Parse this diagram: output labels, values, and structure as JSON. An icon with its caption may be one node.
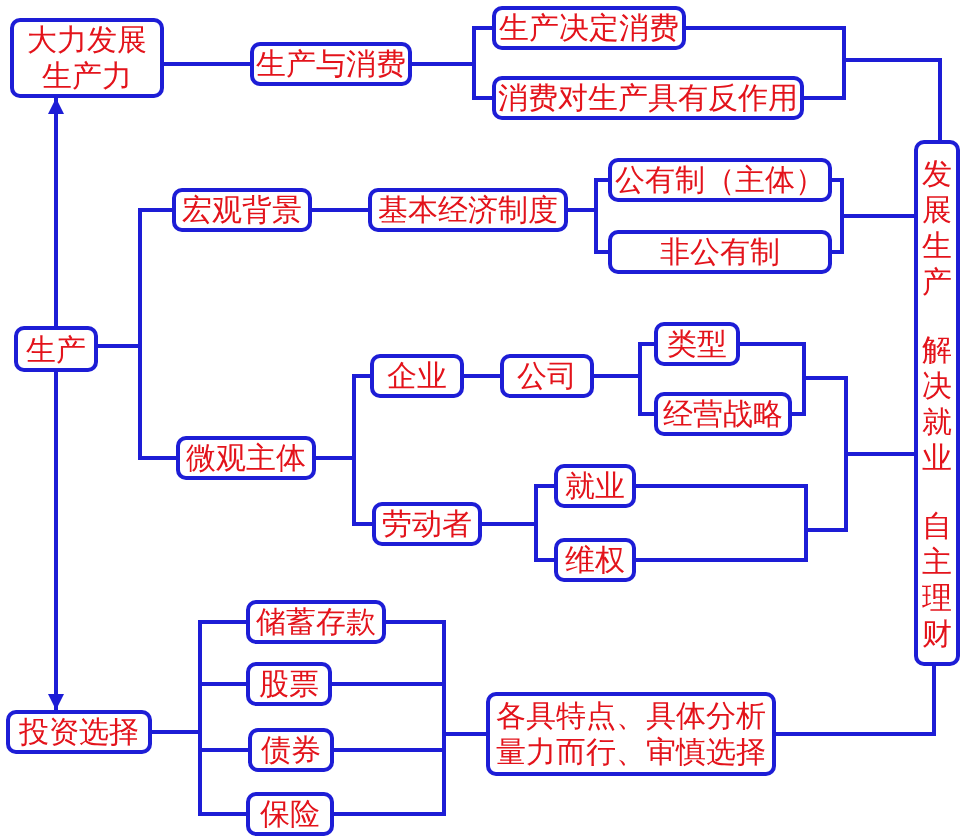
{
  "diagram": {
    "nodes": [
      {
        "text": [
          "大力发展生产力"
        ]
      },
      {
        "text": [
          "生产与消费"
        ]
      },
      {
        "text": [
          "生产决定消费"
        ]
      },
      {
        "text": [
          "消费对生产具有反作用"
        ]
      },
      {
        "text": [
          "发展生产",
          "解决就业",
          "自主理财"
        ]
      },
      {
        "text": [
          "宏观背景"
        ]
      },
      {
        "text": [
          "基本经济制度"
        ]
      },
      {
        "text": [
          "公有制（主体）"
        ]
      },
      {
        "text": [
          "非公有制"
        ]
      },
      {
        "text": [
          "生产"
        ]
      },
      {
        "text": [
          "企业"
        ]
      },
      {
        "text": [
          "公司"
        ]
      },
      {
        "text": [
          "类型"
        ]
      },
      {
        "text": [
          "经营战略"
        ]
      },
      {
        "text": [
          "微观主体"
        ]
      },
      {
        "text": [
          "劳动者"
        ]
      },
      {
        "text": [
          "就业"
        ]
      },
      {
        "text": [
          "维权"
        ]
      },
      {
        "text": [
          "储蓄存款"
        ]
      },
      {
        "text": [
          "股票"
        ]
      },
      {
        "text": [
          "各具特点、具体分析量力而行、审慎选择"
        ]
      },
      {
        "text": [
          "投资选择"
        ]
      },
      {
        "text": [
          "债券"
        ]
      },
      {
        "text": [
          "保险"
        ]
      }
    ],
    "edges": [
      {
        "from": 9,
        "to": 0,
        "arrow": "to"
      },
      {
        "from": 9,
        "to": 21,
        "arrow": "to"
      },
      {
        "from": 0,
        "to": 1,
        "arrow": "none"
      },
      {
        "from": 1,
        "to": 2,
        "arrow": "none"
      },
      {
        "from": 1,
        "to": 3,
        "arrow": "none"
      },
      {
        "from": 2,
        "to": 4,
        "arrow": "none"
      },
      {
        "from": 3,
        "to": 4,
        "arrow": "none"
      },
      {
        "from": 9,
        "to": 5,
        "arrow": "none"
      },
      {
        "from": 9,
        "to": 14,
        "arrow": "none"
      },
      {
        "from": 5,
        "to": 6,
        "arrow": "none"
      },
      {
        "from": 6,
        "to": 7,
        "arrow": "none"
      },
      {
        "from": 6,
        "to": 8,
        "arrow": "none"
      },
      {
        "from": 7,
        "to": 4,
        "arrow": "none"
      },
      {
        "from": 8,
        "to": 4,
        "arrow": "none"
      },
      {
        "from": 14,
        "to": 10,
        "arrow": "none"
      },
      {
        "from": 14,
        "to": 15,
        "arrow": "none"
      },
      {
        "from": 10,
        "to": 11,
        "arrow": "none"
      },
      {
        "from": 11,
        "to": 12,
        "arrow": "none"
      },
      {
        "from": 11,
        "to": 13,
        "arrow": "none"
      },
      {
        "from": 12,
        "to": 4,
        "arrow": "none"
      },
      {
        "from": 13,
        "to": 4,
        "arrow": "none"
      },
      {
        "from": 15,
        "to": 16,
        "arrow": "none"
      },
      {
        "from": 15,
        "to": 17,
        "arrow": "none"
      },
      {
        "from": 16,
        "to": 4,
        "arrow": "none"
      },
      {
        "from": 17,
        "to": 4,
        "arrow": "none"
      },
      {
        "from": 21,
        "to": 18,
        "arrow": "none"
      },
      {
        "from": 21,
        "to": 19,
        "arrow": "none"
      },
      {
        "from": 21,
        "to": 22,
        "arrow": "none"
      },
      {
        "from": 21,
        "to": 23,
        "arrow": "none"
      },
      {
        "from": 18,
        "to": 20,
        "arrow": "none"
      },
      {
        "from": 19,
        "to": 20,
        "arrow": "none"
      },
      {
        "from": 22,
        "to": 20,
        "arrow": "none"
      },
      {
        "from": 23,
        "to": 20,
        "arrow": "none"
      },
      {
        "from": 20,
        "to": 4,
        "arrow": "none"
      }
    ]
  }
}
